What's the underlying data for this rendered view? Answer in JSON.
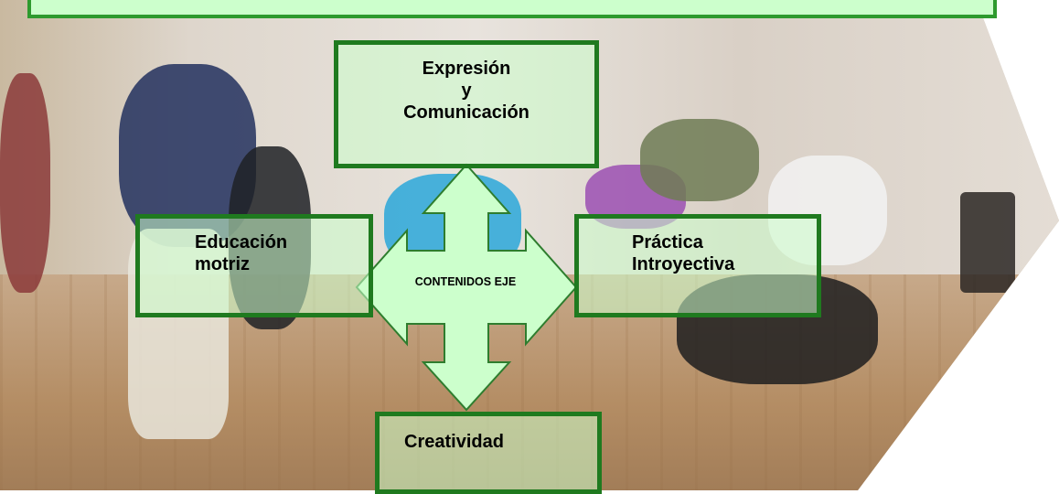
{
  "diagram": {
    "top": [
      "Expresión",
      "y",
      "Comunicación"
    ],
    "left": [
      "Educación",
      "motriz"
    ],
    "right": [
      "Práctica",
      "Introyectiva"
    ],
    "bottom": "Creatividad",
    "center": "CONTENIDOS EJE"
  },
  "colors": {
    "box_fill": "#ccffcc",
    "box_border": "#1f7a1f",
    "arrow_fill": "#ccffcc",
    "arrow_stroke": "#2e7d2e"
  }
}
